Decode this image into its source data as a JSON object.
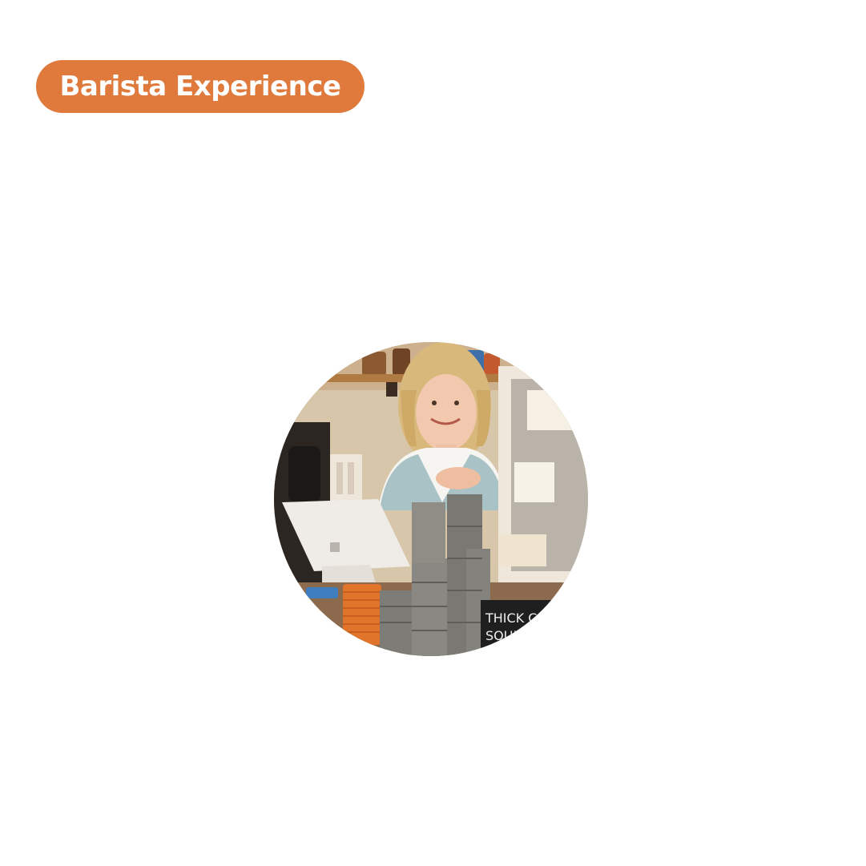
{
  "tag": {
    "label": "Barista Experience"
  },
  "photo": {
    "subject": "barista-at-counter",
    "chalkboard_text": [
      "THICK C",
      "SOUR"
    ]
  },
  "colors": {
    "accent": "#e07a3c",
    "background": "#ffffff",
    "text_on_accent": "#ffffff"
  }
}
